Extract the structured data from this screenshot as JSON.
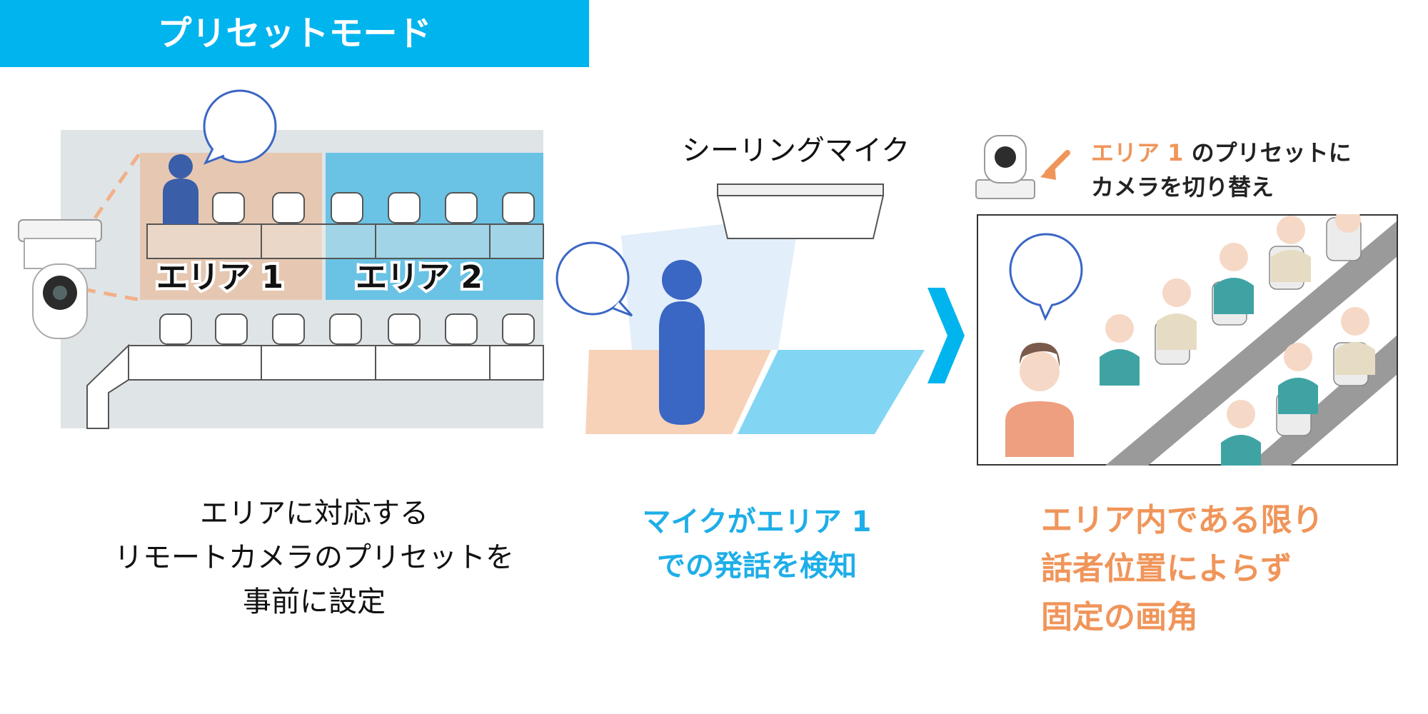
{
  "title": "プリセットモード",
  "areas": {
    "area1": "エリア 1",
    "area2": "エリア 2"
  },
  "mic_label": "シーリングマイク",
  "switch_note": {
    "highlight": "エリア 1",
    "line1_rest": "のプリセットに",
    "line2": "カメラを切り替え"
  },
  "captions": {
    "left": [
      "エリアに対応する",
      "リモートカメラのプリセットを",
      "事前に設定"
    ],
    "middle": [
      "マイクがエリア 1",
      "での発話を検知"
    ],
    "right": [
      "エリア内である限り",
      "話者位置によらず",
      "固定の画角"
    ]
  },
  "colors": {
    "accent_blue": "#00b4ee",
    "caption_blue": "#1eaee8",
    "orange": "#f0955a",
    "person_blue": "#3a66c4"
  }
}
